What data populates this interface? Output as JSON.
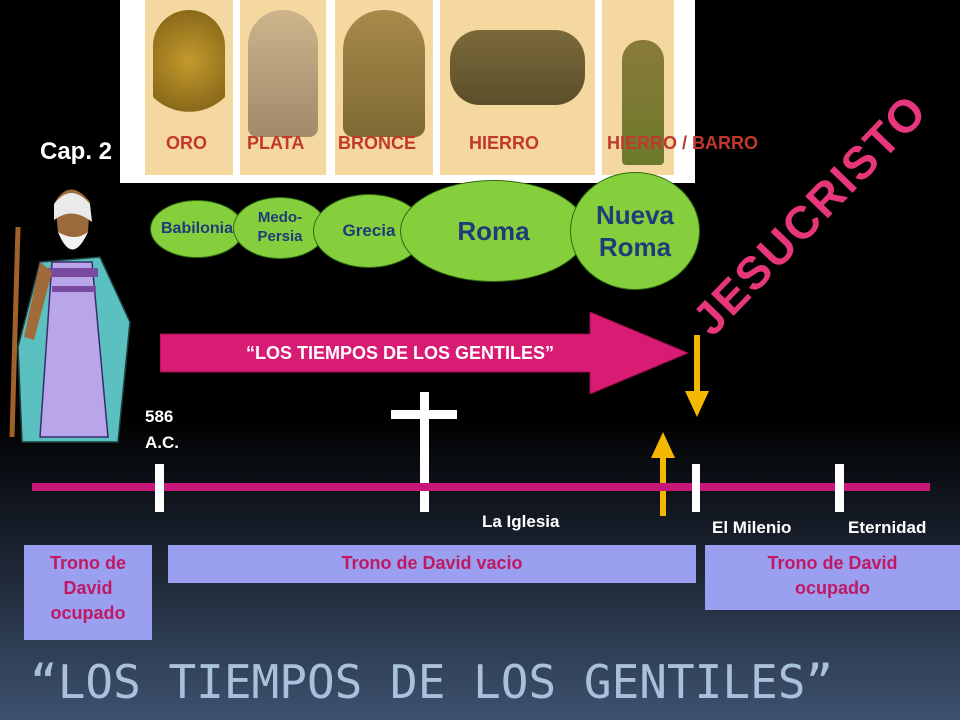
{
  "statue": {
    "segments": [
      "ORO",
      "PLATA",
      "BRONCE",
      "HIERRO",
      "HIERRO / BARRO"
    ]
  },
  "chapter_label": "Cap. 2",
  "kingdoms": {
    "babilonia": "Babilonia",
    "medo_line1": "Medo-",
    "medo_line2": "Persia",
    "grecia": "Grecia",
    "roma": "Roma",
    "nueva_line1": "Nueva",
    "nueva_line2": "Roma"
  },
  "jesucristo": "JESUCRISTO",
  "gentiles_arrow_text": "“LOS TIEMPOS DE LOS GENTILES”",
  "timeline": {
    "date_line1": "586",
    "date_line2": "A.C.",
    "iglesia": "La Iglesia",
    "milenio": "El Milenio",
    "eternidad": "Eternidad"
  },
  "boxes": {
    "left": [
      "Trono de",
      "David",
      "ocupado"
    ],
    "middle": "Trono de David vacio",
    "right": [
      "Trono de David",
      "ocupado"
    ]
  },
  "footer_title": "“LOS TIEMPOS DE LOS GENTILES”",
  "colors": {
    "timeline": "#c81877",
    "kingdom_fill": "#86cf3c",
    "box_fill": "#9b9ff0",
    "box_text": "#c01862",
    "arrow_fill": "#d81b73",
    "gold": "#f5b800",
    "jesucristo": "#e8367a"
  }
}
